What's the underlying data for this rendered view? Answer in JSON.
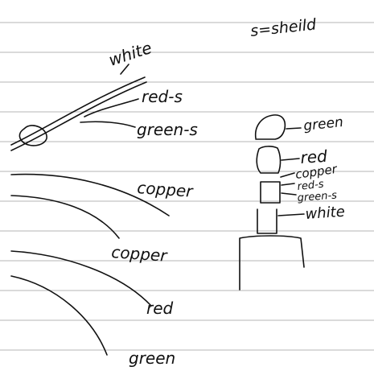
{
  "colors": {
    "paper": "#ffffff",
    "rule_line": "#b5b5b5",
    "ink": "#111111"
  },
  "legend_note": "s=sheild",
  "left_cable": {
    "labels": {
      "white": "white",
      "red_s": "red-s",
      "green_s": "green-s"
    }
  },
  "loose_wires": {
    "copper_1": "copper",
    "copper_2": "copper",
    "red": "red",
    "green": "green"
  },
  "connector": {
    "green": "green",
    "red": "red",
    "copper": "copper",
    "red_s": "red-s",
    "green_s": "green-s",
    "white": "white"
  }
}
